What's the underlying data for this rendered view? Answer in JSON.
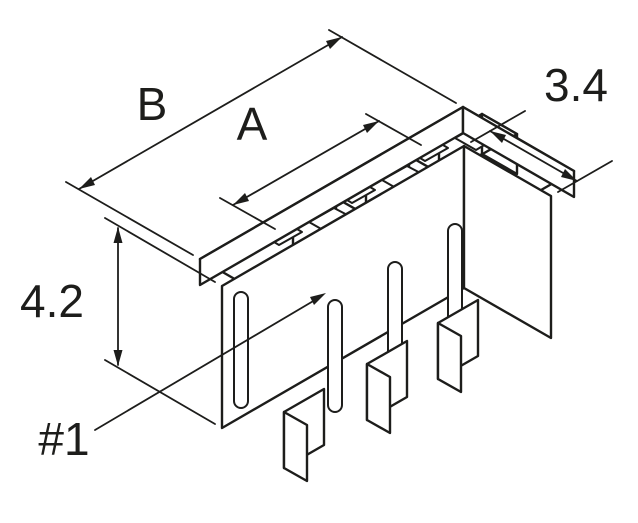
{
  "drawing": {
    "background": "#ffffff",
    "line_color": "#1d1d1b",
    "labels": {
      "dim_b": "B",
      "dim_a": "A",
      "dim_3_4": "3.4",
      "dim_4_2": "4.2",
      "pin_one": "#1"
    }
  }
}
